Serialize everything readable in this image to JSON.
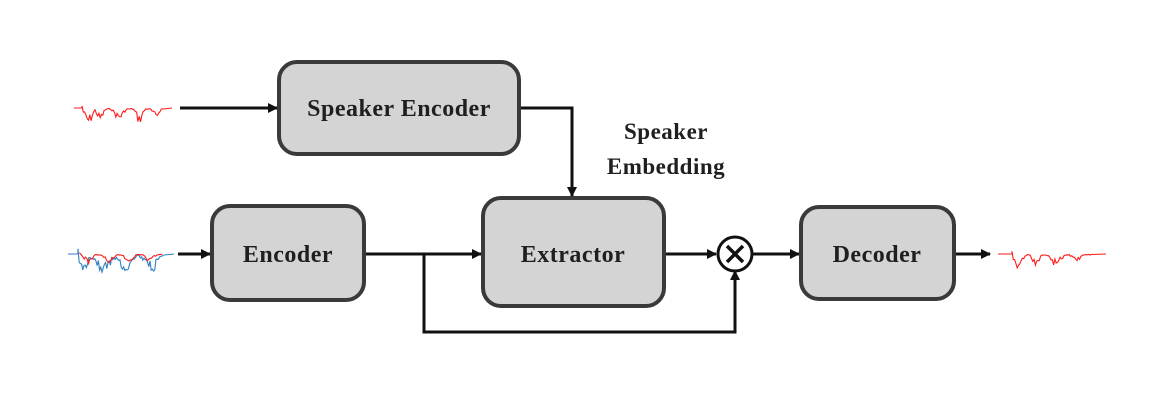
{
  "diagram": {
    "blocks": {
      "speaker_encoder": "Speaker Encoder",
      "encoder": "Encoder",
      "extractor": "Extractor",
      "decoder": "Decoder"
    },
    "labels": {
      "speaker_embedding_line1": "Speaker",
      "speaker_embedding_line2": "Embedding"
    },
    "multiply_symbol": "⊗",
    "icons": {
      "reference_audio": "waveform-icon",
      "mixture_audio": "waveform-icon",
      "output_audio": "waveform-icon"
    },
    "colors": {
      "block_fill": "#d4d4d4",
      "block_border": "#3a3a3a",
      "target_wave": "#ff1a1a",
      "interference_wave": "#2e7fc4",
      "wire": "#111111"
    }
  }
}
